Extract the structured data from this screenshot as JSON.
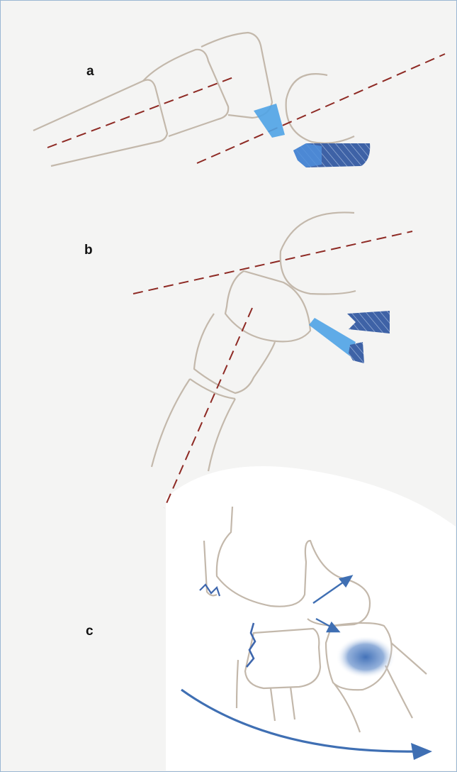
{
  "panels": [
    {
      "label": "a"
    },
    {
      "label": "b"
    },
    {
      "label": "c"
    }
  ],
  "colors": {
    "background": "#f4f4f3",
    "border": "#9ab7d3",
    "bone_outline": "#c3b8ab",
    "axis_dash": "#8e2a24",
    "ligament_light": "#4fa3e6",
    "tendon_dark": "#3f67ad",
    "arrow_blue": "#3f6fb3",
    "edema_blue": "#3a6bb5"
  }
}
